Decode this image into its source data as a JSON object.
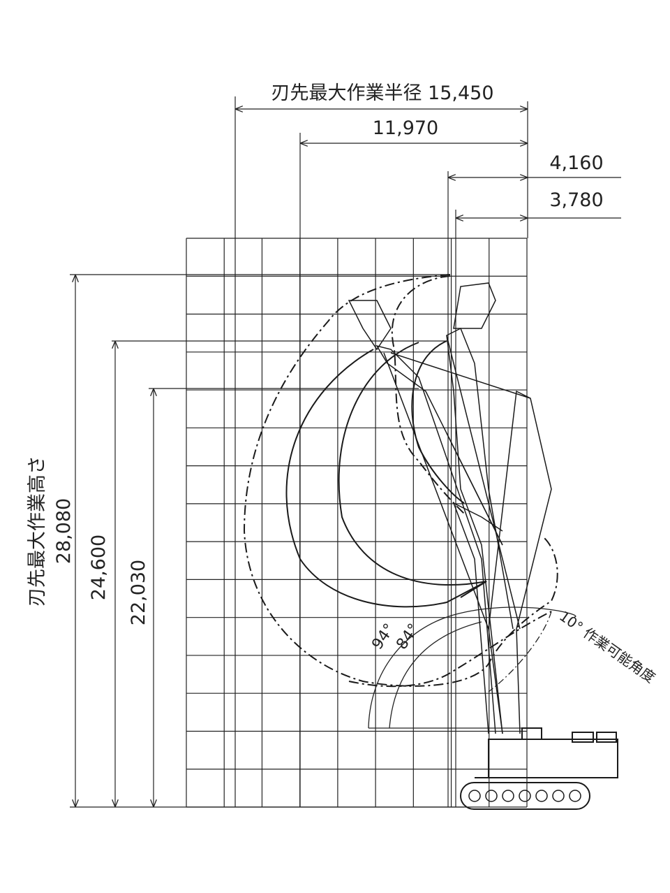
{
  "dimensions": {
    "max_reach": {
      "label": "刃先最大作業半径",
      "value": "15,450"
    },
    "reach_2": {
      "value": "11,970"
    },
    "min_radius_1": {
      "value": "4,160"
    },
    "min_radius_2": {
      "value": "3,780"
    },
    "max_height": {
      "label": "刃先最大作業高さ",
      "value": "28,080"
    },
    "height_2": {
      "value": "24,600"
    },
    "height_3": {
      "value": "22,030"
    }
  },
  "angles": {
    "angle_1": "94°",
    "angle_2": "84°",
    "working_angle": "10° 作業可能角度"
  },
  "colors": {
    "line": "#1a1a1a",
    "background": "#ffffff"
  }
}
